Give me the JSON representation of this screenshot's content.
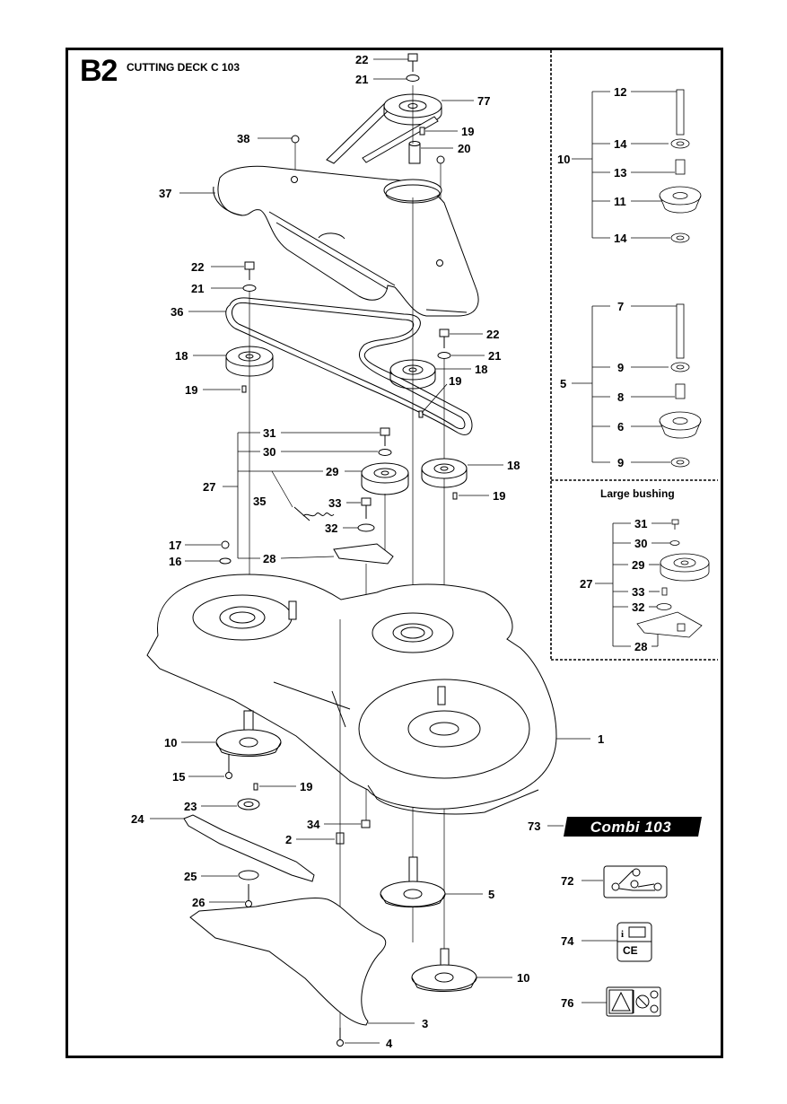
{
  "diagram": {
    "section_code": "B2",
    "section_title": "CUTTING DECK C 103",
    "inset_title_large_bushing": "Large bushing",
    "decal_73_text": "Combi 103",
    "decal_74_symbol": "CE",
    "callouts": {
      "c22_top": "22",
      "c21_top": "21",
      "c77": "77",
      "c19_top": "19",
      "c20": "20",
      "c38": "38",
      "c37": "37",
      "c22_left": "22",
      "c21_left": "21",
      "c36": "36",
      "c18_left": "18",
      "c19_left": "19",
      "c22_mid": "22",
      "c21_mid": "21",
      "c18_mid": "18",
      "c19_mid": "19",
      "c31": "31",
      "c30": "30",
      "c29": "29",
      "c27": "27",
      "c18_right": "18",
      "c19_right": "19",
      "c35": "35",
      "c33": "33",
      "c32": "32",
      "c17": "17",
      "c16": "16",
      "c28": "28",
      "c1": "1",
      "c10_left": "10",
      "c15": "15",
      "c19_low": "19",
      "c23": "23",
      "c24": "24",
      "c34": "34",
      "c2": "2",
      "c25": "25",
      "c26": "26",
      "c5_bottom": "5",
      "c10_bottom": "10",
      "c3": "3",
      "c4": "4",
      "c73": "73",
      "c72": "72",
      "c74": "74",
      "c76": "76"
    },
    "inset_spindle_10": {
      "assembly": "10",
      "parts": [
        "12",
        "14",
        "13",
        "11",
        "14"
      ]
    },
    "inset_spindle_5": {
      "assembly": "5",
      "parts": [
        "7",
        "9",
        "8",
        "6",
        "9"
      ]
    },
    "inset_bushing_27": {
      "assembly": "27",
      "parts": [
        "31",
        "30",
        "29",
        "33",
        "32",
        "28"
      ]
    }
  }
}
